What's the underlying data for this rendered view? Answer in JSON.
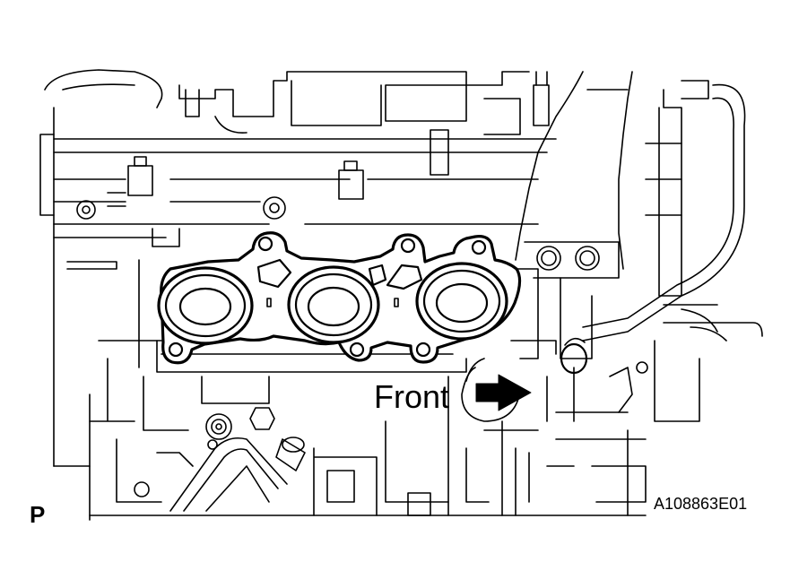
{
  "labels": {
    "front": "Front",
    "view_marker": "P",
    "figure_id": "A108863E01"
  },
  "colors": {
    "line": "#000000",
    "background": "#ffffff"
  },
  "icons": {
    "direction": "arrow-right-icon"
  }
}
